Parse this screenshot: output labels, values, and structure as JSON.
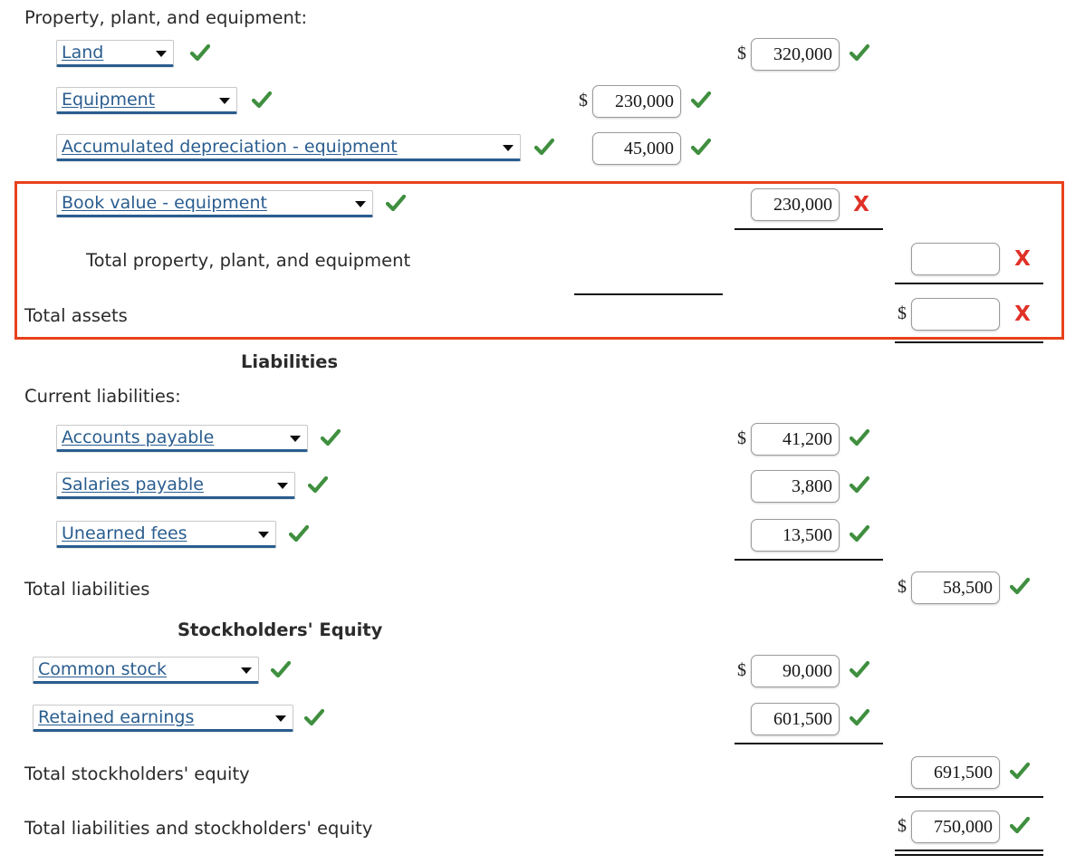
{
  "colors": {
    "accent_blue": "#2a5d8f",
    "ok_green": "#3f8f3f",
    "error_red": "#e03127",
    "highlight_frame": "#e8421c",
    "text": "#231f20"
  },
  "symbols": {
    "dollar": "$",
    "check": "check-mark",
    "cross": "X"
  },
  "sections": [
    {
      "id": "property-plant-equipment",
      "heading": "Property, plant, and equipment:"
    },
    {
      "id": "liabilities",
      "heading": "Liabilities",
      "subheading": "Current liabilities:"
    },
    {
      "id": "stockholders-equity",
      "heading": "Stockholders' Equity"
    }
  ],
  "rows": [
    {
      "kind": "section-label",
      "label": "Property, plant, and equipment:"
    },
    {
      "kind": "dropdown",
      "label": "Land",
      "value": "320,000",
      "column": 1,
      "dollar": true,
      "status": "correct"
    },
    {
      "kind": "dropdown",
      "label": "Equipment",
      "value": "230,000",
      "column": 0,
      "dollar": true,
      "status": "correct"
    },
    {
      "kind": "dropdown",
      "label": "Accumulated depreciation - equipment",
      "value": "45,000",
      "column": 0,
      "dollar": false,
      "status": "correct",
      "rule_below": "single"
    },
    {
      "kind": "dropdown",
      "label": "Book value - equipment",
      "value": "230,000",
      "column": 1,
      "dollar": false,
      "status": "incorrect",
      "rule_below": "single"
    },
    {
      "kind": "text",
      "label": "Total property, plant, and equipment",
      "value": "",
      "column": 2,
      "dollar": false,
      "status": "incorrect",
      "rule_below": "single"
    },
    {
      "kind": "text",
      "label": "Total assets",
      "value": "",
      "column": 2,
      "dollar": true,
      "status": "incorrect",
      "rule_below": "double"
    },
    {
      "kind": "centered-heading",
      "label": "Liabilities"
    },
    {
      "kind": "text",
      "label": "Current liabilities:"
    },
    {
      "kind": "dropdown",
      "label": "Accounts payable",
      "value": "41,200",
      "column": 1,
      "dollar": true,
      "status": "correct"
    },
    {
      "kind": "dropdown",
      "label": "Salaries payable",
      "value": "3,800",
      "column": 1,
      "dollar": false,
      "status": "correct"
    },
    {
      "kind": "dropdown",
      "label": "Unearned fees",
      "value": "13,500",
      "column": 1,
      "dollar": false,
      "status": "correct",
      "rule_below": "single"
    },
    {
      "kind": "text",
      "label": "Total liabilities",
      "value": "58,500",
      "column": 2,
      "dollar": true,
      "status": "correct"
    },
    {
      "kind": "centered-heading",
      "label": "Stockholders' Equity"
    },
    {
      "kind": "dropdown",
      "label": "Common stock",
      "value": "90,000",
      "column": 1,
      "dollar": true,
      "status": "correct"
    },
    {
      "kind": "dropdown",
      "label": "Retained earnings",
      "value": "601,500",
      "column": 1,
      "dollar": false,
      "status": "correct",
      "rule_below": "single"
    },
    {
      "kind": "text",
      "label": "Total stockholders' equity",
      "value": "691,500",
      "column": 2,
      "dollar": false,
      "status": "correct",
      "rule_below": "single"
    },
    {
      "kind": "text",
      "label": "Total liabilities and stockholders' equity",
      "value": "750,000",
      "column": 2,
      "dollar": true,
      "status": "correct",
      "rule_below": "double"
    }
  ],
  "highlight": {
    "note": "red validation frame around book value, total ppe and total assets rows"
  }
}
